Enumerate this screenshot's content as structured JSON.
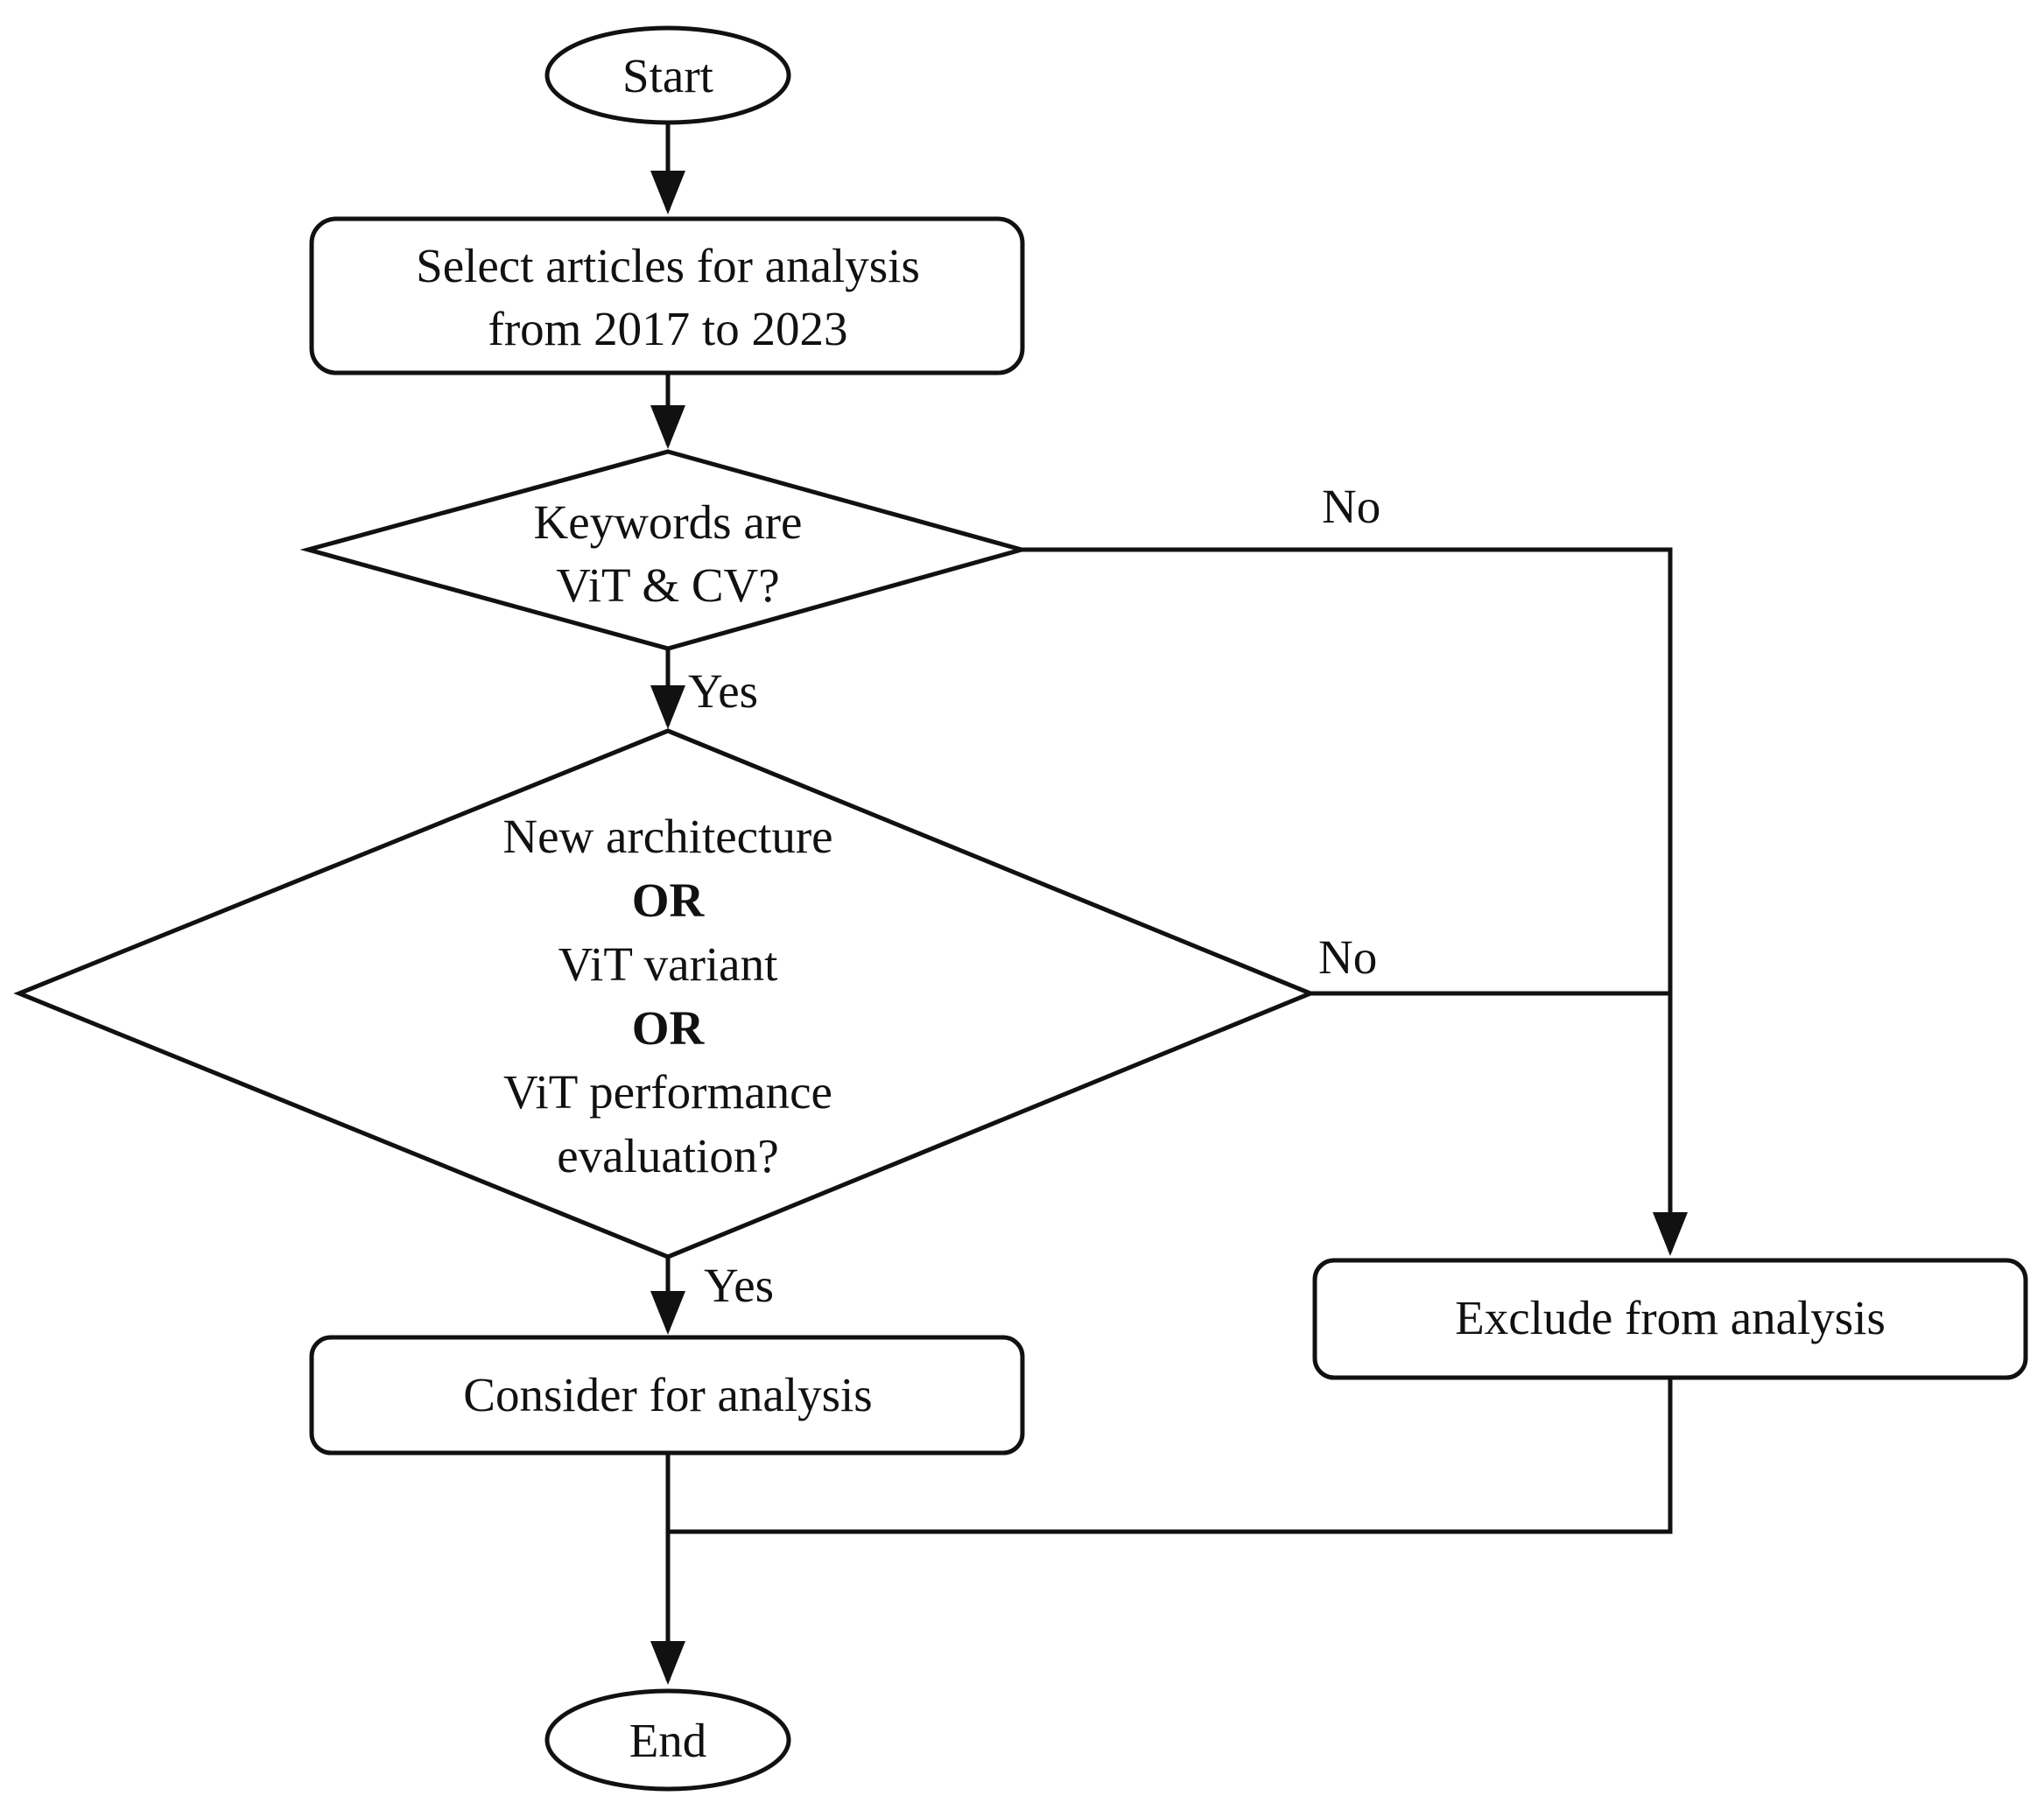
{
  "nodes": {
    "start": {
      "label": "Start"
    },
    "select": {
      "line1": "Select articles for analysis",
      "line2": "from 2017 to 2023"
    },
    "keywords": {
      "line1": "Keywords are",
      "line2": "ViT & CV?"
    },
    "criteria": {
      "line1": "New architecture",
      "line2": "OR",
      "line3": "ViT variant",
      "line4": "OR",
      "line5": "ViT performance",
      "line6": "evaluation?"
    },
    "consider": {
      "label": "Consider for analysis"
    },
    "exclude": {
      "label": "Exclude from analysis"
    },
    "end": {
      "label": "End"
    }
  },
  "edges": {
    "keywords_yes": "Yes",
    "keywords_no": "No",
    "criteria_yes": "Yes",
    "criteria_no": "No"
  },
  "colors": {
    "stroke": "#111111",
    "background": "#ffffff"
  }
}
